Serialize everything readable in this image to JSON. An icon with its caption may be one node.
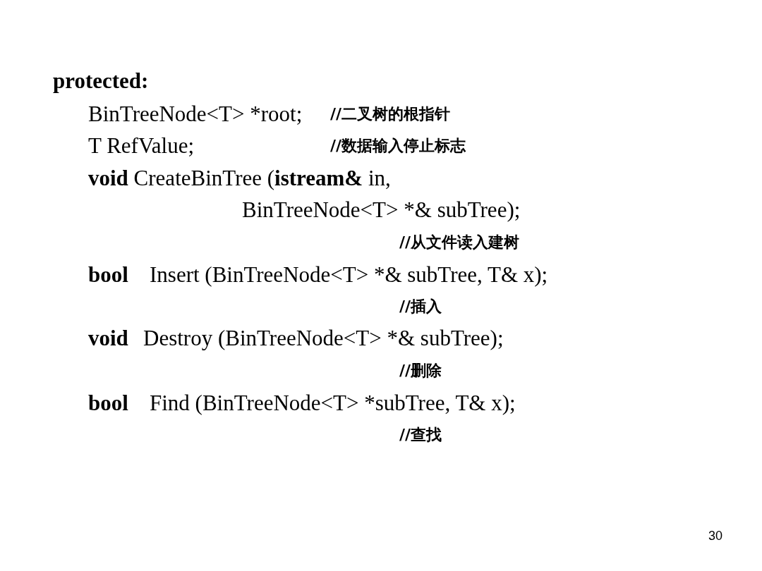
{
  "diagram": {
    "labels": [
      "protected:",
      "BinTreeNode<T> *root;",
      "//二叉树的根指针",
      "T RefValue;",
      "//数据输入停止标志",
      "**void** CreateBinTree (**istream&** in,",
      "BinTreeNode<T> *& subTree);",
      "//从文件读入建树",
      "bool",
      "Insert (BinTreeNode<T> *& subTree,  T& x);",
      "//插入",
      "void",
      "Destroy (BinTreeNode<T> *& subTree);",
      "//删除",
      "bool",
      "Find (BinTreeNode<T> *subTree, T& x);",
      "//查找",
      "30"
    ]
  }
}
